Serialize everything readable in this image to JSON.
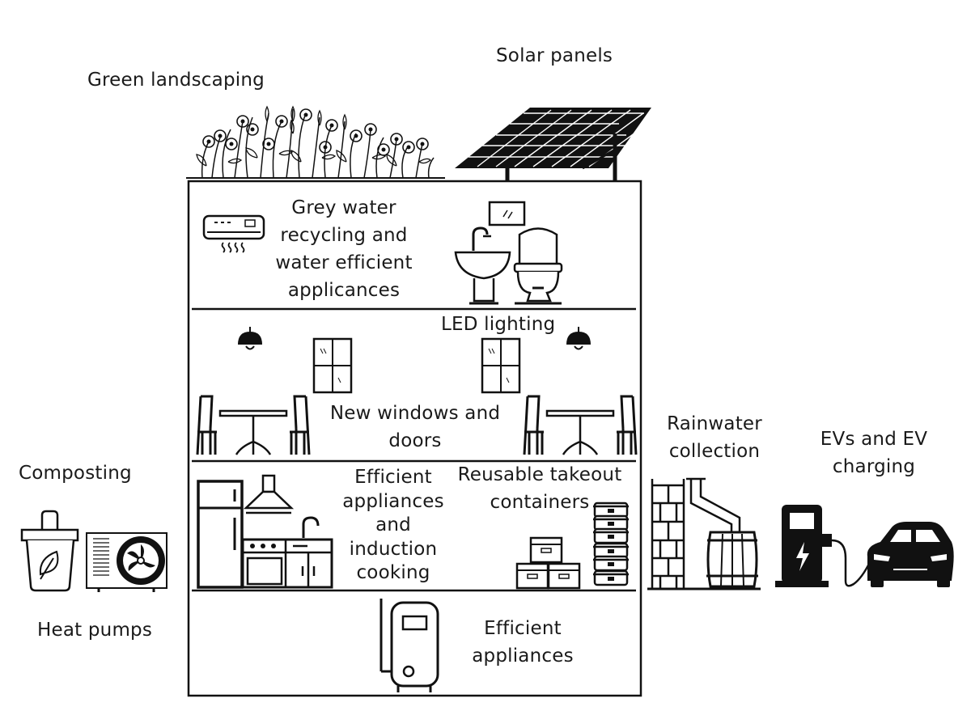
{
  "labels": {
    "green_landscaping": "Green landscaping",
    "solar_panels": "Solar panels",
    "grey_water": [
      "Grey water",
      "recycling and",
      "water efficient",
      "applicances"
    ],
    "led_lighting": "LED lighting",
    "new_windows": [
      "New windows and",
      "doors"
    ],
    "efficient_appliances_cooking": [
      "Efficient",
      "appliances",
      "and",
      "induction",
      "cooking"
    ],
    "reusable_containers": [
      "Reusable takeout",
      "containers"
    ],
    "efficient_appliances": [
      "Efficient",
      "appliances"
    ],
    "composting": "Composting",
    "heat_pumps": "Heat pumps",
    "rainwater": [
      "Rainwater",
      "collection"
    ],
    "evs": [
      "EVs and EV",
      "charging"
    ]
  },
  "icons": [
    "flowers-icon",
    "solar-panel-icon",
    "air-conditioner-icon",
    "mirror-icon",
    "sink-icon",
    "toilet-icon",
    "pendant-lamp-icon",
    "window-icon",
    "dining-table-icon",
    "refrigerator-icon",
    "range-hood-icon",
    "kitchen-counter-icon",
    "stacked-containers-icon",
    "water-heater-icon",
    "compost-bin-icon",
    "heat-pump-icon",
    "rain-barrel-icon",
    "ev-charger-icon",
    "car-icon"
  ],
  "colors": {
    "line": "#111111",
    "background": "#ffffff"
  }
}
